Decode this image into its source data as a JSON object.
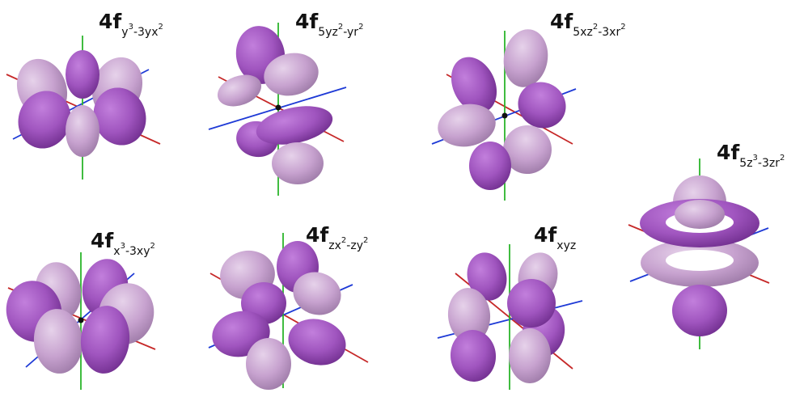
{
  "colors": {
    "dark_lobe": "#a15abf",
    "light_lobe": "#c8a4cf",
    "x_axis": "#c62828",
    "y_axis": "#1e3ad6",
    "z_axis": "#2bb52b"
  },
  "orbitals": [
    {
      "prefix": "4f",
      "sub_parts": [
        {
          "t": "y"
        },
        {
          "s": "3"
        },
        {
          "t": "-3yx"
        },
        {
          "s": "2"
        }
      ]
    },
    {
      "prefix": "4f",
      "sub_parts": [
        {
          "t": "5yz"
        },
        {
          "s": "2"
        },
        {
          "t": "-yr"
        },
        {
          "s": "2"
        }
      ]
    },
    {
      "prefix": "4f",
      "sub_parts": [
        {
          "t": "5xz"
        },
        {
          "s": "2"
        },
        {
          "t": "-3xr"
        },
        {
          "s": "2"
        }
      ]
    },
    {
      "prefix": "4f",
      "sub_parts": [
        {
          "t": "5z"
        },
        {
          "s": "3"
        },
        {
          "t": "-3zr"
        },
        {
          "s": "2"
        }
      ]
    },
    {
      "prefix": "4f",
      "sub_parts": [
        {
          "t": "x"
        },
        {
          "s": "3"
        },
        {
          "t": "-3xy"
        },
        {
          "s": "2"
        }
      ]
    },
    {
      "prefix": "4f",
      "sub_parts": [
        {
          "t": "zx"
        },
        {
          "s": "2"
        },
        {
          "t": "-zy"
        },
        {
          "s": "2"
        }
      ]
    },
    {
      "prefix": "4f",
      "sub_parts": [
        {
          "t": "xyz"
        }
      ]
    }
  ]
}
